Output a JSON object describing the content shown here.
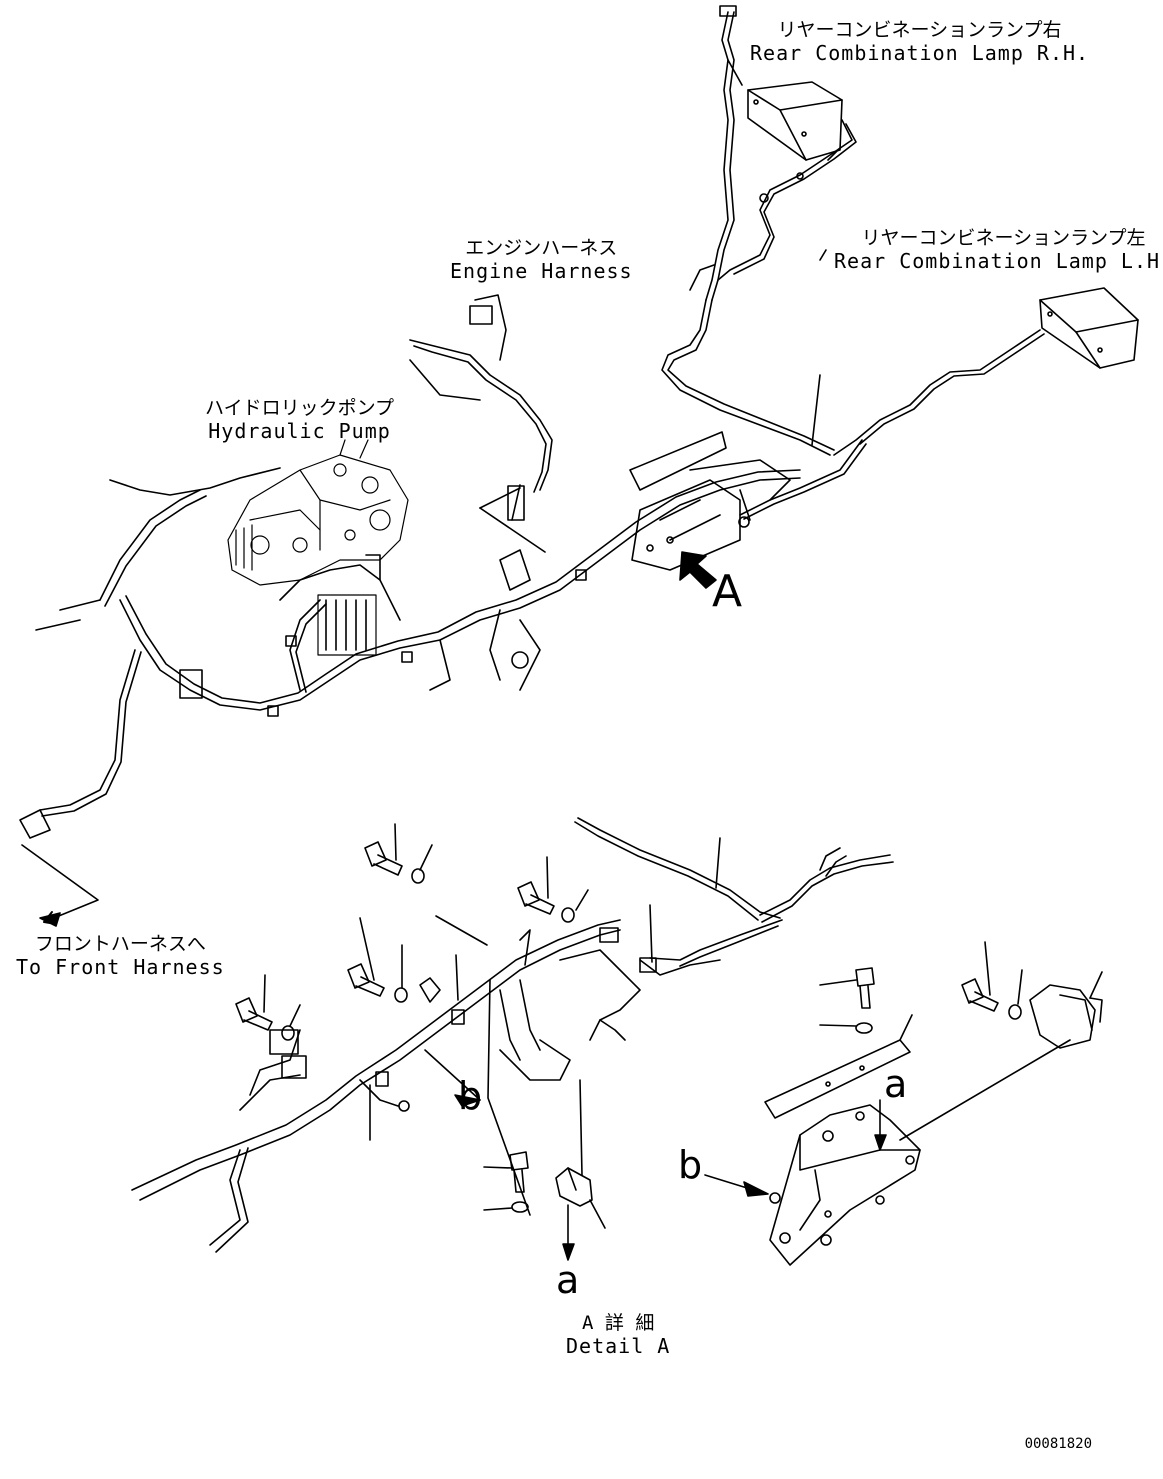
{
  "labels": {
    "rear_lamp_rh": {
      "jp": "リヤーコンビネーションランプ右",
      "en": "Rear Combination Lamp R.H."
    },
    "rear_lamp_lh": {
      "jp": "リヤーコンビネーションランプ左",
      "en": "Rear Combination Lamp L.H."
    },
    "engine_harness": {
      "jp": "エンジンハーネス",
      "en": "Engine Harness"
    },
    "hydraulic_pump": {
      "jp": "ハイドロリックポンプ",
      "en": "Hydraulic Pump"
    },
    "front_harness": {
      "jp": "フロントハーネスへ",
      "en": "To Front Harness"
    },
    "detail_a": {
      "jp": "A 詳 細",
      "en": "Detail A"
    }
  },
  "markers": {
    "view_a": "A",
    "a_upper": "a",
    "a_lower": "a",
    "b_left": "b",
    "b_right": "b"
  },
  "drawing_number": "00081820"
}
